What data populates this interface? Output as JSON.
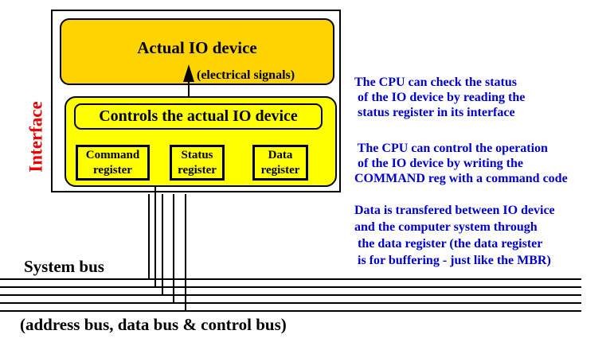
{
  "colors": {
    "gold": "#FFD300",
    "yellow": "#FFFF00",
    "annotation_blue": "#0000CC",
    "interface_red": "#EE0000",
    "line_black": "#000000"
  },
  "interface": {
    "side_label": "Interface",
    "device_box": {
      "title": "Actual IO device"
    },
    "signal_label": "(electrical signals)",
    "controller_box": {
      "title": "Controls the actual IO device"
    },
    "registers": [
      {
        "label": "Command\nregister"
      },
      {
        "label": "Status\nregister"
      },
      {
        "label": "Data\nregister"
      }
    ]
  },
  "annotations": [
    {
      "text": "The CPU can check the status\n of the IO device by reading the\n status register in its interface"
    },
    {
      "text": " The CPU can control the operation\n of the IO device by writing the\nCOMMAND reg with a command code"
    },
    {
      "text": "Data is transfered between IO device\nand the computer system through\n the data register (the data register\n is for buffering - just like the MBR)"
    }
  ],
  "bus": {
    "label": "System bus",
    "detail_label": "(address bus, data bus & control bus)"
  }
}
